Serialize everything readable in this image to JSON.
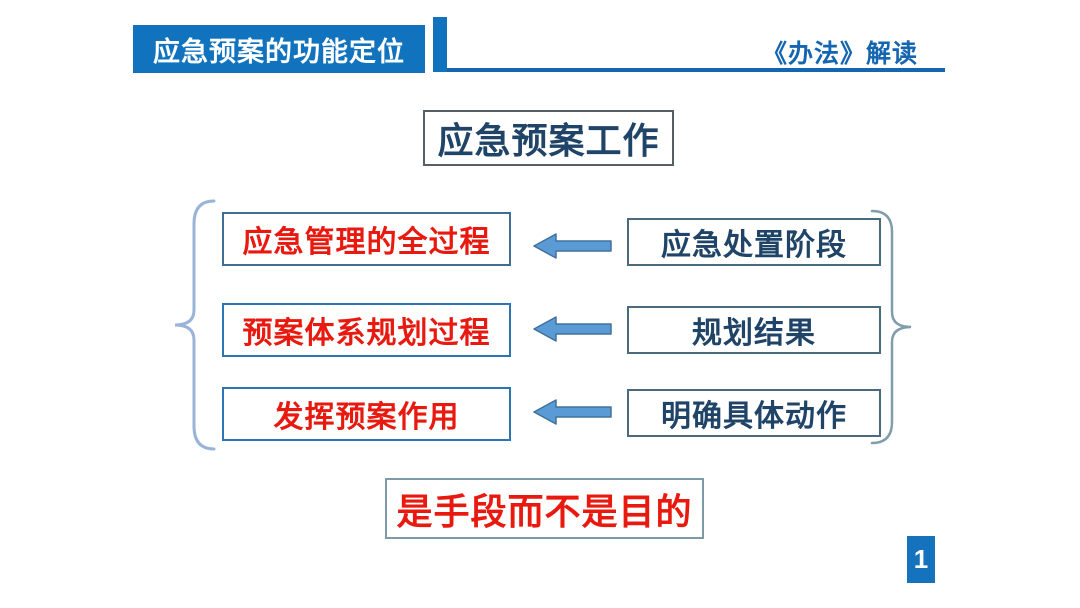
{
  "header": {
    "title": "应急预案的功能定位",
    "right_label": "《办法》解读"
  },
  "main_title": "应急预案工作",
  "rows": [
    {
      "left": "应急管理的全过程",
      "right": "应急处置阶段"
    },
    {
      "left": "预案体系规划过程",
      "right": "规划结果"
    },
    {
      "left": "发挥预案作用",
      "right": "明确具体动作"
    }
  ],
  "conclusion": "是手段而不是目的",
  "page_number": "1",
  "colors": {
    "header_blue": "#1173BE",
    "line_blue": "#1566B0",
    "navy_text": "#1F4467",
    "red_text": "#E8190F",
    "arrow_fill": "#5B9BD5",
    "arrow_stroke": "#41719C",
    "left_brace": "#9AB4D8",
    "right_brace": "#7F9DAB"
  }
}
